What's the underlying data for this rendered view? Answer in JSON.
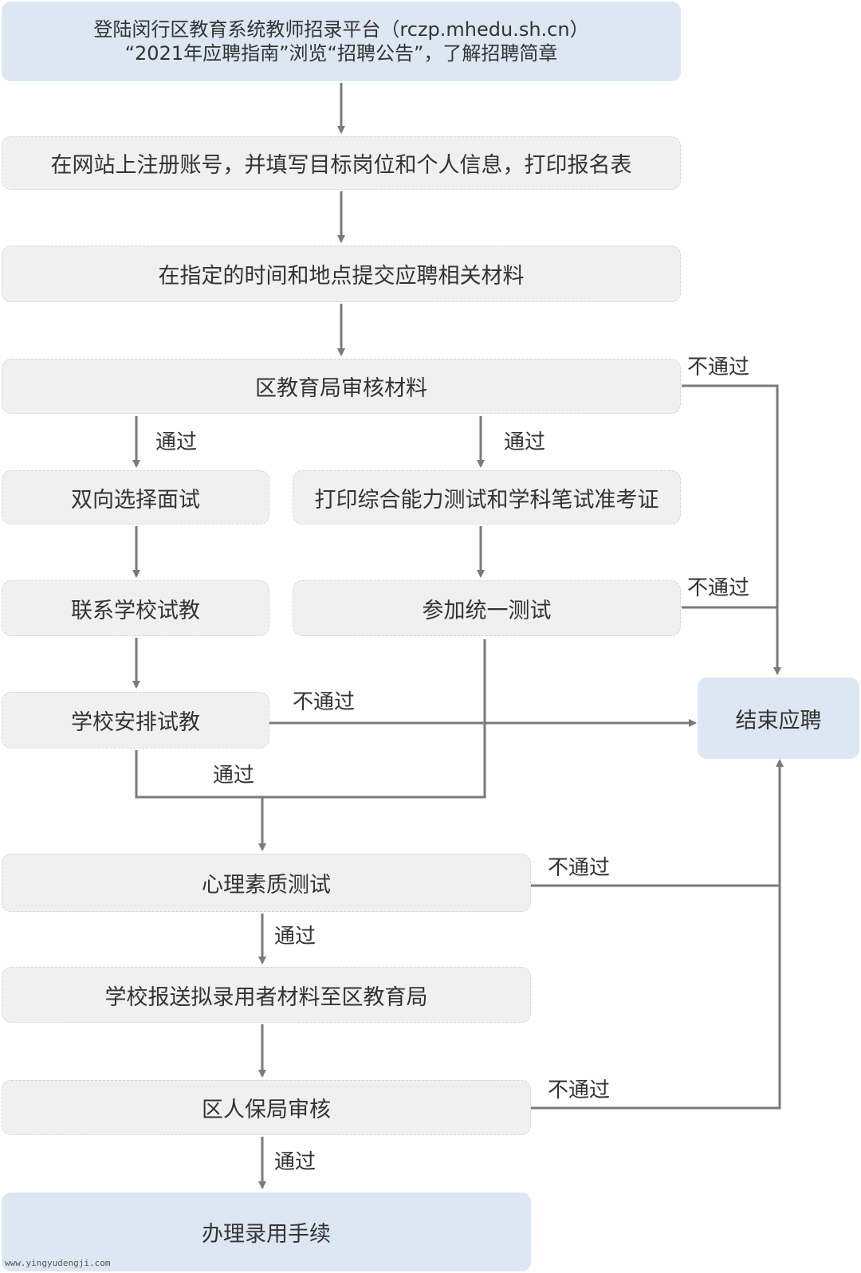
{
  "steps": {
    "login": {
      "line1": "登陆闵行区教育系统教师招录平台（rczp.mhedu.sh.cn）",
      "line2": "“2021年应聘指南”浏览“招聘公告”，了解招聘简章"
    },
    "register": "在网站上注册账号，并填写目标岗位和个人信息，打印报名表",
    "submit": "在指定的时间和地点提交应聘相关材料",
    "district_review": "区教育局审核材料",
    "interview": "双向选择面试",
    "print_ticket": "打印综合能力测试和学科笔试准考证",
    "contact_school": "联系学校试教",
    "unified_test": "参加统一测试",
    "school_trial": "学校安排试教",
    "end": "结束应聘",
    "psych_test": "心理素质测试",
    "school_report": "学校报送拟录用者材料至区教育局",
    "hr_review": "区人保局审核",
    "hire": "办理录用手续"
  },
  "labels": {
    "pass": "通过",
    "fail": "不通过"
  },
  "colors": {
    "box_gray": "#f0f0f0",
    "box_blue": "#dce7f3",
    "connector": "#7a7a7a",
    "text": "#333333"
  },
  "watermark": "www.yingyudengji.com"
}
